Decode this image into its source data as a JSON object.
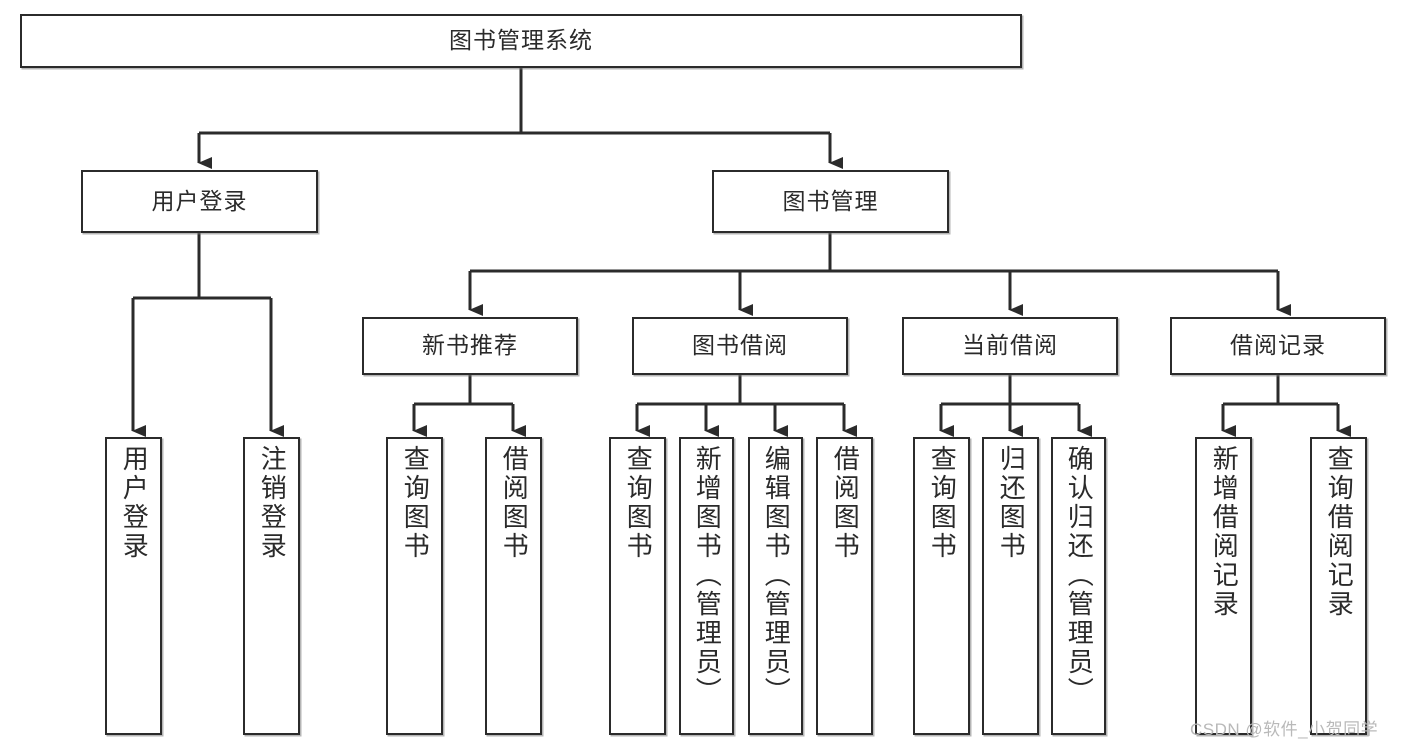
{
  "diagram": {
    "title": "图书管理系统",
    "type": "tree",
    "colors": {
      "box_border": "#2b2b2b",
      "box_fill": "#ffffff",
      "connector": "#2b2b2b",
      "text": "#2a2a2a",
      "watermark": "#b9b9b9"
    },
    "watermark": "CSDN @软件_小贺同学",
    "root": {
      "label": "图书管理系统"
    },
    "level2": [
      {
        "label": "用户登录"
      },
      {
        "label": "图书管理"
      }
    ],
    "level3": [
      {
        "label": "新书推荐"
      },
      {
        "label": "图书借阅"
      },
      {
        "label": "当前借阅"
      },
      {
        "label": "借阅记录"
      }
    ],
    "leaves": {
      "user_login": [
        {
          "label": "用户登录"
        },
        {
          "label": "注销登录"
        }
      ],
      "new_book_recommend": [
        {
          "label": "查询图书"
        },
        {
          "label": "借阅图书"
        }
      ],
      "book_borrow": [
        {
          "label": "查询图书"
        },
        {
          "label": "新增图书（管理员）"
        },
        {
          "label": "编辑图书（管理员）"
        },
        {
          "label": "借阅图书"
        }
      ],
      "current_borrow": [
        {
          "label": "查询图书"
        },
        {
          "label": "归还图书"
        },
        {
          "label": "确认归还（管理员）"
        }
      ],
      "borrow_record": [
        {
          "label": "新增借阅记录"
        },
        {
          "label": "查询借阅记录"
        }
      ]
    }
  }
}
